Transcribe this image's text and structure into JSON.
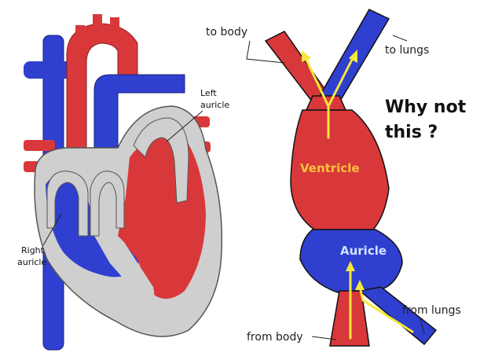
{
  "heart": {
    "left_auricle_label": [
      "Left",
      "auricle"
    ],
    "right_auricle_label": [
      "Right",
      "auricle"
    ]
  },
  "schematic": {
    "to_body_label": "to body",
    "to_lungs_label": "to lungs",
    "ventricle_label": "Ventricle",
    "auricle_label": "Auricle",
    "from_body_label": "from body",
    "from_lungs_label": "from lungs",
    "question": [
      "Why not",
      "this ?"
    ]
  },
  "colors": {
    "oxygen_rich_red": "#d9383a",
    "oxygen_poor_blue": "#2f3fd0",
    "wall_grey": "#d4d4d4",
    "flow_arrow_yellow": "#f4e83a",
    "ventricle_text": "#f7c13a",
    "auricle_text": "#cfe3ff"
  }
}
